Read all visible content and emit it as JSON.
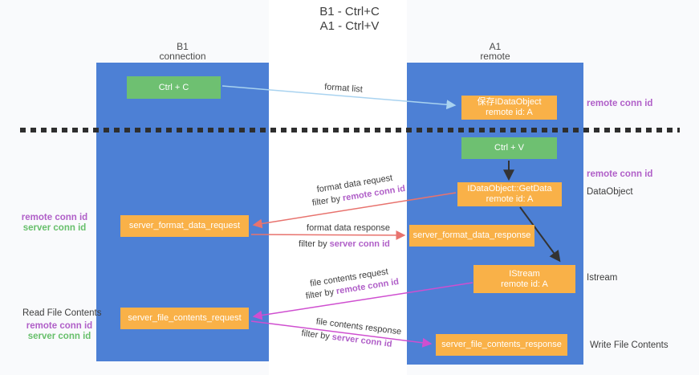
{
  "title": {
    "line1": "B1 - Ctrl+C",
    "line2": "A1 - Ctrl+V"
  },
  "columns": {
    "left": {
      "name": "B1",
      "role": "connection"
    },
    "right": {
      "name": "A1",
      "role": "remote"
    }
  },
  "boxes": {
    "ctrl_c": "Ctrl + C",
    "ctrl_v": "Ctrl + V",
    "save_dataobject": {
      "line1": "保存IDataObject",
      "line2": "remote id: A"
    },
    "getdata": {
      "line1": "IDataObject::GetData",
      "line2": "remote id: A"
    },
    "istream": {
      "line1": "IStream",
      "line2": "remote id: A"
    },
    "format_request": "server_format_data_request",
    "format_response": "server_format_data_response",
    "file_request": "server_file_contents_request",
    "file_response": "server_file_contents_response"
  },
  "arrow_labels": {
    "format_list": "format list",
    "format_data_request": "format data request",
    "format_data_response": "format data response",
    "file_contents_request": "file contents request",
    "file_contents_response": "file contents response",
    "filter_by": "filter by ",
    "remote_conn_id": "remote conn id",
    "server_conn_id": "server conn id"
  },
  "side_labels": {
    "remote_conn_id": "remote conn id",
    "server_conn_id": "server conn id",
    "dataobject": "DataObject",
    "istream": "Istream",
    "read_file": "Read File Contents",
    "write_file": "Write File Contents"
  },
  "colors": {
    "column_blue": "#4d80d5",
    "box_green": "#6ec071",
    "box_orange": "#f9b148",
    "label_purple": "#b05fc8",
    "label_green": "#67bf6b",
    "arrow_blue": "#a9d3f0",
    "arrow_red": "#e8736e",
    "arrow_magenta": "#cf4fd0",
    "arrow_black": "#333333"
  }
}
